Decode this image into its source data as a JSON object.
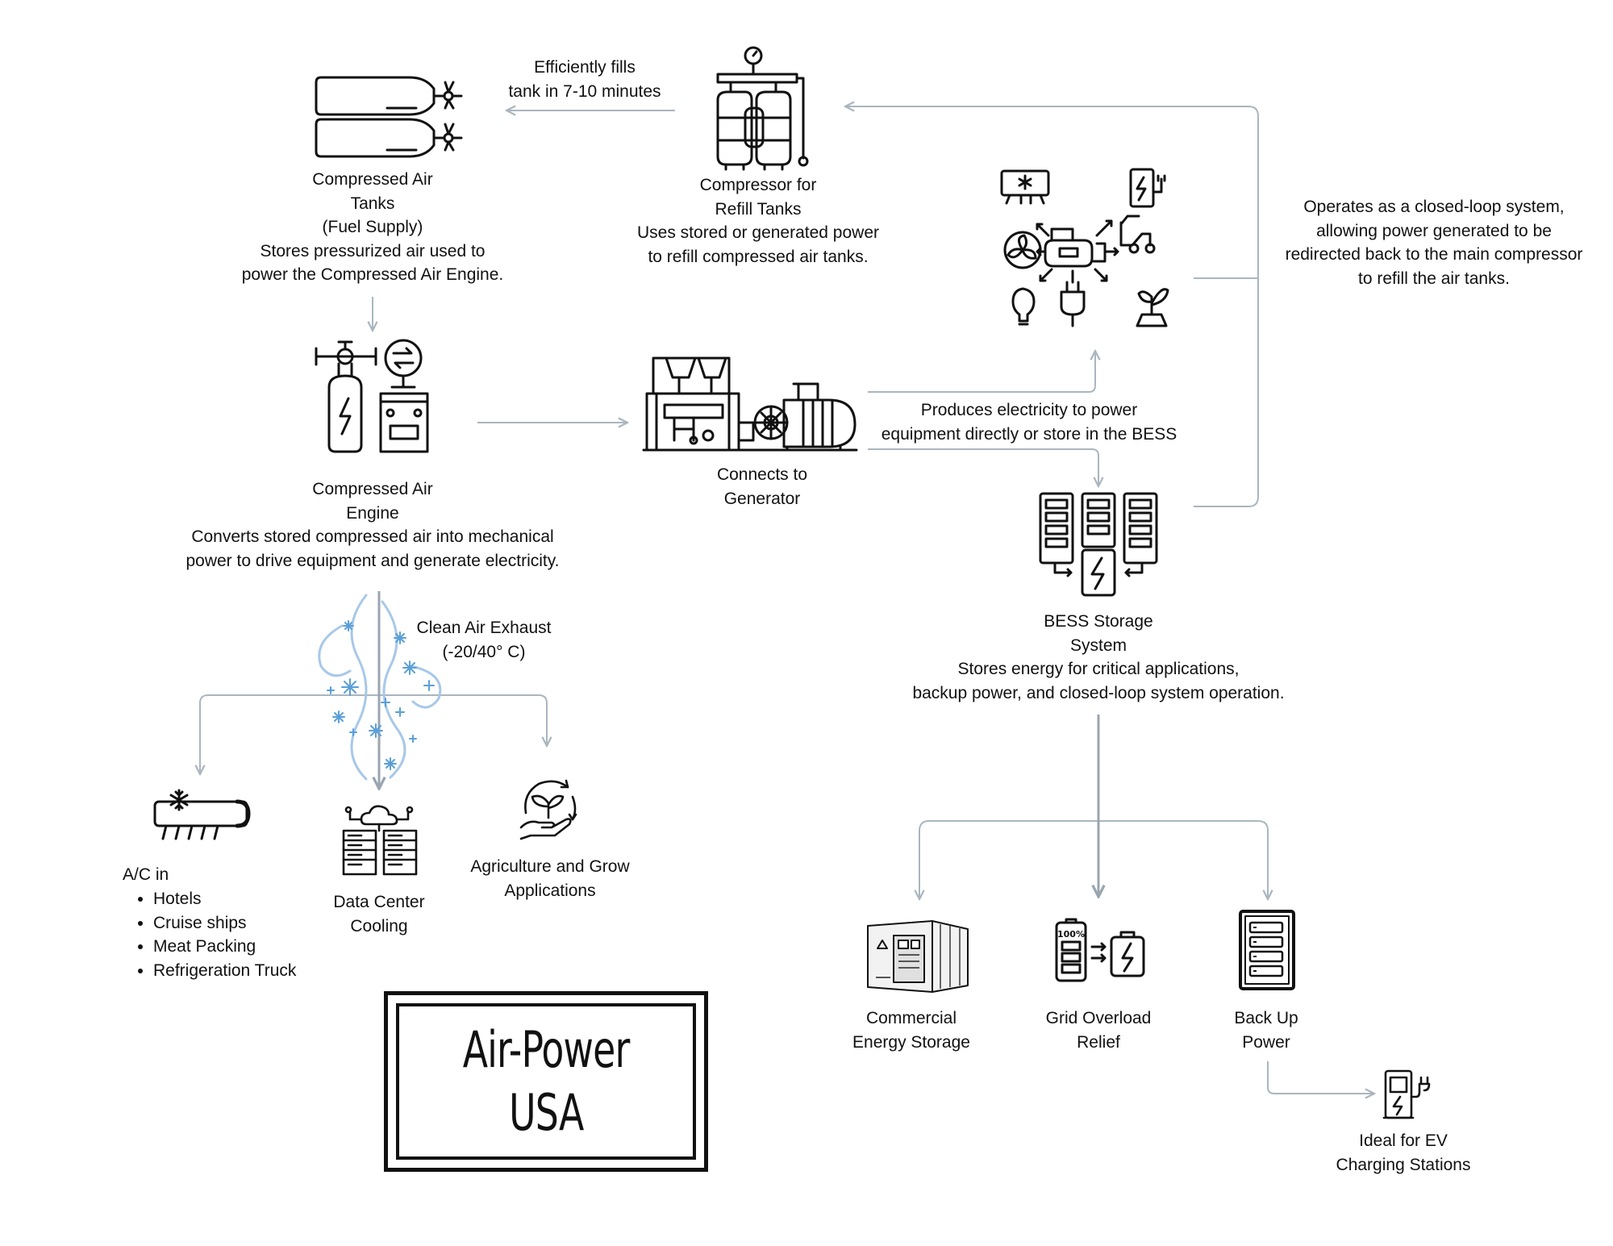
{
  "logo": {
    "line1": "Air-Power",
    "line2": "USA"
  },
  "nodes": {
    "tanks": [
      "Compressed Air",
      "Tanks",
      "(Fuel Supply)",
      "Stores pressurized air used to",
      "power the Compressed Air Engine."
    ],
    "compressor": [
      "Compressor for",
      "Refill Tanks",
      "Uses stored or generated power",
      "to refill compressed air tanks."
    ],
    "engine": [
      "Compressed Air",
      "Engine",
      "Converts stored compressed air into mechanical",
      "power to drive equipment and generate electricity."
    ],
    "generator": [
      "Connects to",
      "Generator"
    ],
    "bess": [
      "BESS Storage",
      "System",
      "Stores energy for critical applications,",
      "backup power, and closed-loop system operation."
    ],
    "commercial": [
      "Commercial",
      "Energy Storage"
    ],
    "grid": [
      "Grid Overload",
      "Relief"
    ],
    "backup": [
      "Back Up",
      "Power"
    ],
    "ev": [
      "Ideal for EV",
      "Charging Stations"
    ],
    "datacenter": [
      "Data Center",
      "Cooling"
    ],
    "agriculture": [
      "Agriculture and Grow",
      "Applications"
    ],
    "ac": {
      "title": "A/C in",
      "items": [
        "Hotels",
        "Cruise ships",
        "Meat Packing",
        "Refrigeration Truck"
      ]
    }
  },
  "edges": {
    "fills": [
      "Efficiently fills",
      "tank in 7-10 minutes"
    ],
    "produces": [
      "Produces electricity to power",
      "equipment directly or store in the BESS"
    ],
    "closed_loop": [
      "Operates as a closed-loop system,",
      "allowing power generated to be",
      "redirected back to the main compressor",
      "to refill the air tanks."
    ],
    "exhaust": [
      "Clean Air Exhaust",
      "(-20/40° C)"
    ]
  },
  "colors": {
    "connector": "#aab6bf",
    "icon": "#111111",
    "snow": "#5a9fd8"
  }
}
